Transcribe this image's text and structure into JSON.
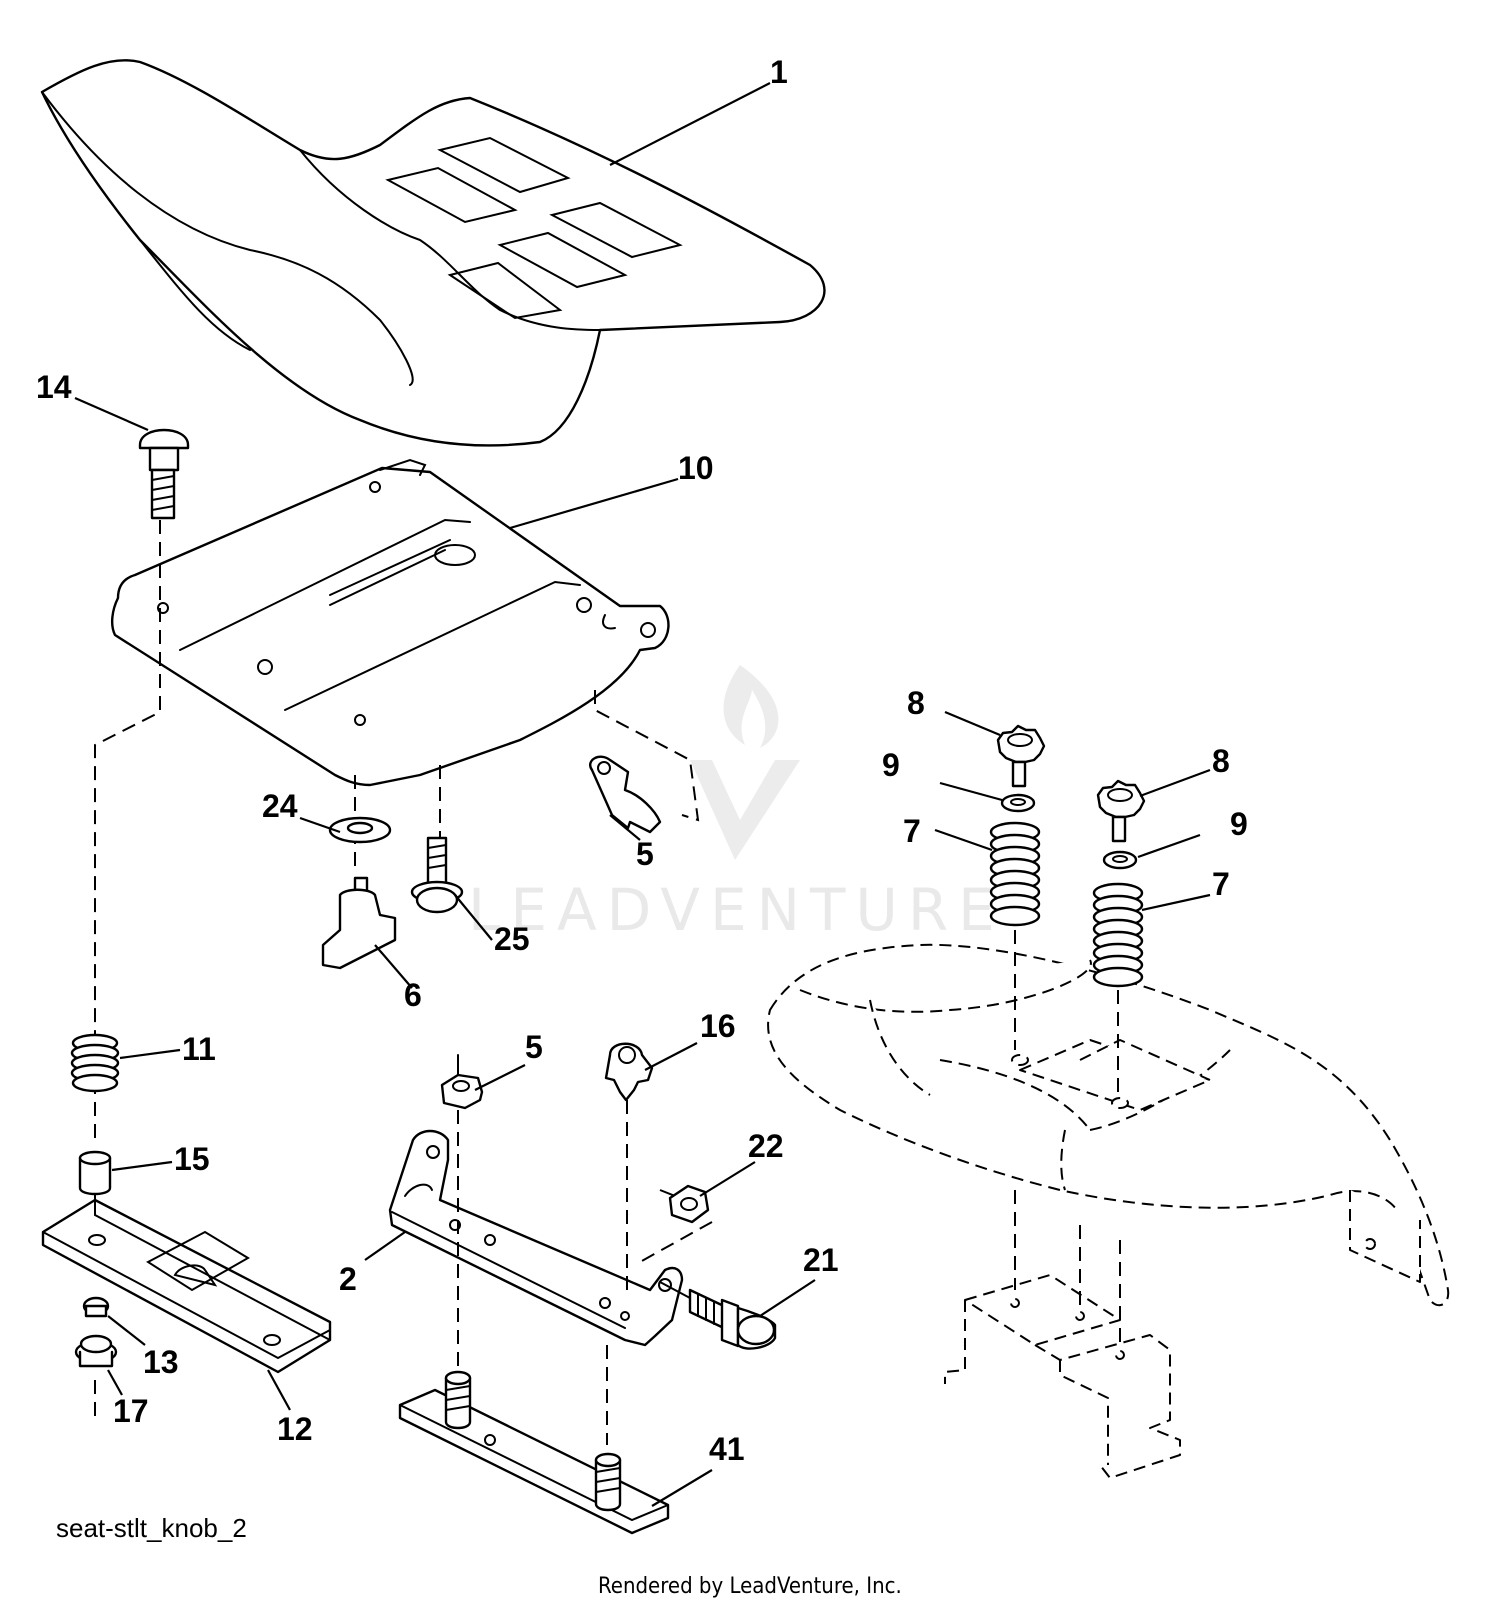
{
  "diagram": {
    "caption": "seat-stlt_knob_2",
    "rendered_by": "Rendered by LeadVenture, Inc.",
    "watermark": "LEADVENTURE",
    "callouts": [
      {
        "id": "c1",
        "label": "1"
      },
      {
        "id": "c14",
        "label": "14"
      },
      {
        "id": "c10",
        "label": "10"
      },
      {
        "id": "c8a",
        "label": "8"
      },
      {
        "id": "c9a",
        "label": "9"
      },
      {
        "id": "c7a",
        "label": "7"
      },
      {
        "id": "c8b",
        "label": "8"
      },
      {
        "id": "c9b",
        "label": "9"
      },
      {
        "id": "c7b",
        "label": "7"
      },
      {
        "id": "c24",
        "label": "24"
      },
      {
        "id": "c5a",
        "label": "5"
      },
      {
        "id": "c25",
        "label": "25"
      },
      {
        "id": "c11",
        "label": "11"
      },
      {
        "id": "c16",
        "label": "16"
      },
      {
        "id": "c6",
        "label": "6"
      },
      {
        "id": "c5b",
        "label": "5"
      },
      {
        "id": "c15",
        "label": "15"
      },
      {
        "id": "c22",
        "label": "22"
      },
      {
        "id": "c2",
        "label": "2"
      },
      {
        "id": "c21",
        "label": "21"
      },
      {
        "id": "c13",
        "label": "13"
      },
      {
        "id": "c17",
        "label": "17"
      },
      {
        "id": "c12",
        "label": "12"
      },
      {
        "id": "c41",
        "label": "41"
      }
    ]
  }
}
